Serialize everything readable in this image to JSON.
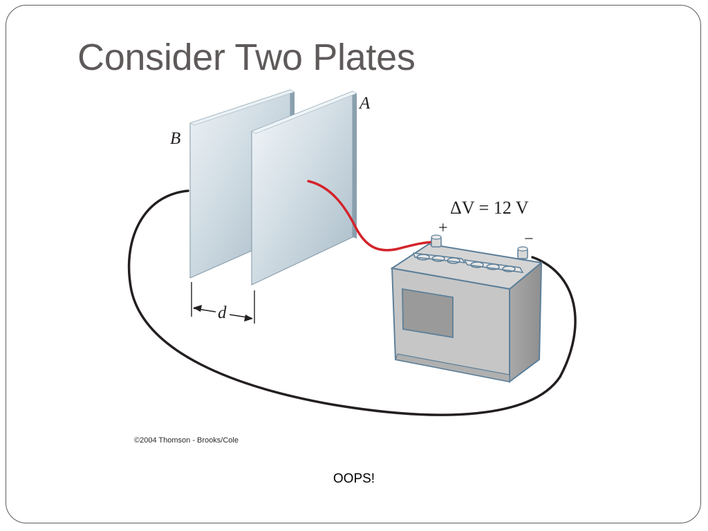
{
  "slide": {
    "title": "Consider Two Plates",
    "footer_note": "OOPS!"
  },
  "figure": {
    "plate_b_label": "B",
    "plate_a_label": "A",
    "separation_label": "d",
    "voltage_label": "ΔV = 12 V",
    "positive_terminal": "+",
    "negative_terminal": "−",
    "copyright": "©2004 Thomson - Brooks/Cole"
  },
  "colors": {
    "frame_border": "#5a5a5a",
    "title_text": "#5f5a5a",
    "positive_wire": "#d4232b",
    "negative_wire": "#231f20",
    "battery_body": "#c6c6c6",
    "battery_outline": "#5c7f99",
    "plate_face": "#d6e1e8"
  }
}
